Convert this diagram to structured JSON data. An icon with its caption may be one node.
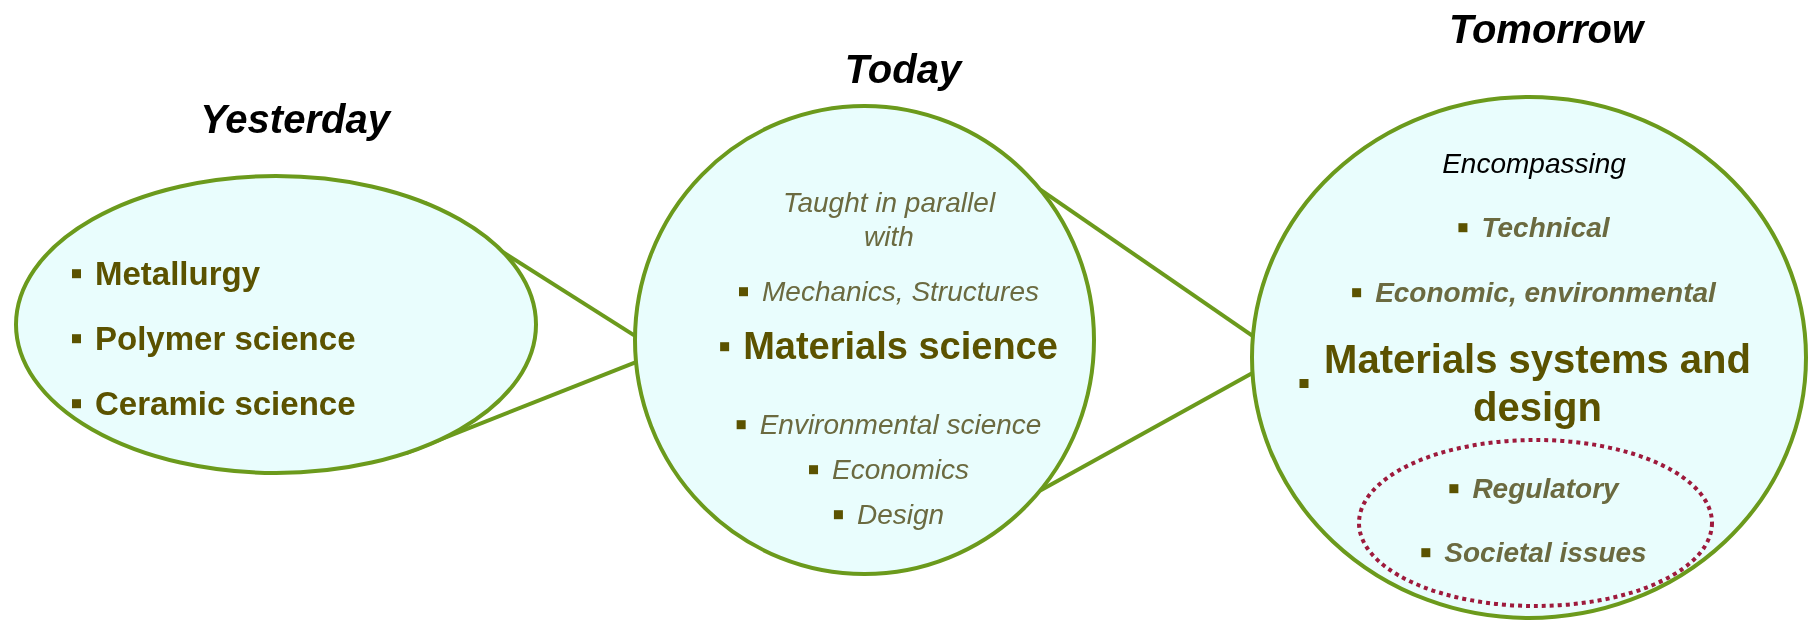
{
  "diagram": {
    "nodes": [
      {
        "text": [
          "Yesterday",
          "Metallurgy",
          "Polymer science",
          "Ceramic science"
        ]
      },
      {
        "text": [
          "Today",
          "Taught in parallel with",
          "Mechanics, Structures",
          "Materials science",
          "Environmental science",
          "Economics",
          "Design"
        ]
      },
      {
        "text": [
          "Tomorrow",
          "Encompassing",
          "Technical",
          "Economic, environmental",
          "Materials systems and design"
        ]
      },
      {
        "text": [
          "Regulatory",
          "Societal issues"
        ],
        "in": 2
      }
    ],
    "edges": [
      {
        "from": 0,
        "to": 1,
        "arrow": "none"
      },
      {
        "from": 0,
        "to": 1,
        "arrow": "none"
      },
      {
        "from": 1,
        "to": 2,
        "arrow": "none"
      },
      {
        "from": 1,
        "to": 2,
        "arrow": "none"
      }
    ]
  }
}
